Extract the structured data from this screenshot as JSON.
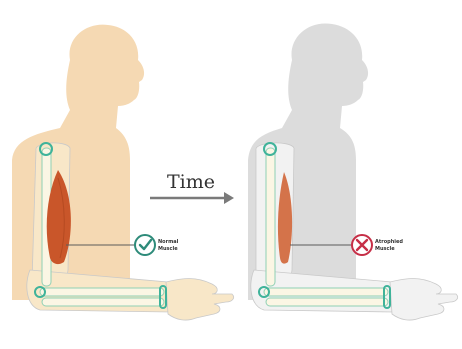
{
  "arrow_label": "Time",
  "left_figure": {
    "callout_lines": [
      "Normal",
      "Muscle"
    ],
    "icon": "check-icon",
    "body_color": "#f5d9b3",
    "arm_color": "#f8e7c8",
    "muscle_color": "#c9562a",
    "accent_color": "#2e8b7a"
  },
  "right_figure": {
    "callout_lines": [
      "Atrophied",
      "Muscle"
    ],
    "icon": "cross-icon",
    "body_color": "#dcdcdc",
    "arm_color": "#f2f2f2",
    "muscle_color": "#d4734a",
    "accent_color": "#c62f47"
  },
  "colors": {
    "bone": "#fbf6e4",
    "bone_outline": "#8fd0b4",
    "joint": "#3fb39a",
    "arrow": "#7a7a7a",
    "text": "#333333"
  }
}
